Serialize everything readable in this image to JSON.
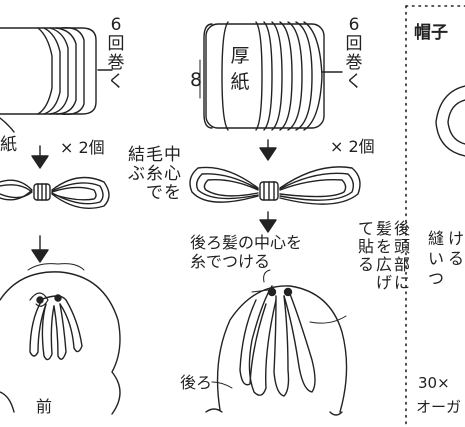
{
  "left_panel": {
    "wrap_label": "6\n回\n巻\nく",
    "count_label": "× 2個",
    "paper_label": "紙",
    "tie_note": "中\n心\nを\n毛\n糸\nで\n結\nぶ",
    "front_label": "前"
  },
  "middle_panel": {
    "card_label": "厚\n紙",
    "width_label": "8",
    "wrap_label": "6\n回\n巻\nく",
    "count_label": "× 2個",
    "center_note": "後ろ髪の中心を\n糸でつける",
    "spread_note": "後\n頭\n部\nに\n髪\nを\n広\nげ\nて\n貼\nる",
    "back_label": "後ろ"
  },
  "right_panel": {
    "title": "帽子",
    "note_a": "縫\nい\nつ\nけ\nる",
    "note_b": "30×",
    "note_c": "オーガ"
  }
}
